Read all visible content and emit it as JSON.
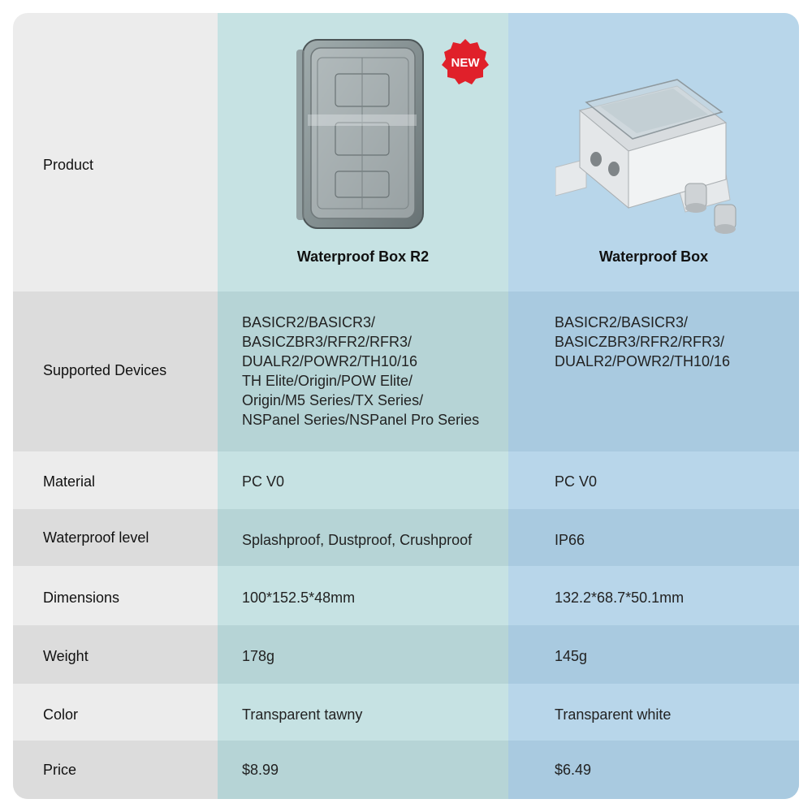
{
  "colors": {
    "label_bg": "#ececec",
    "r2_bg": "#c6e2e3",
    "box_bg": "#b8d6ea",
    "badge": "#e0202a"
  },
  "products": {
    "label": "Product",
    "r2": {
      "name": "Waterproof Box R2",
      "badge": "NEW"
    },
    "box": {
      "name": "Waterproof Box"
    }
  },
  "rows": {
    "supported": {
      "label": "Supported Devices",
      "r2": "BASICR2/BASICR3/\nBASICZBR3/RFR2/RFR3/\nDUALR2/POWR2/TH10/16\nTH Elite/Origin/POW Elite/\nOrigin/M5 Series/TX Series/\nNSPanel Series/NSPanel Pro Series",
      "box": "BASICR2/BASICR3/\nBASICZBR3/RFR2/RFR3/\nDUALR2/POWR2/TH10/16"
    },
    "material": {
      "label": "Material",
      "r2": "PC V0",
      "box": "PC V0"
    },
    "waterproof": {
      "label": "Waterproof level",
      "r2": "Splashproof, Dustproof, Crushproof",
      "box": "IP66"
    },
    "dimensions": {
      "label": "Dimensions",
      "r2": "100*152.5*48mm",
      "box": "132.2*68.7*50.1mm"
    },
    "weight": {
      "label": "Weight",
      "r2": "178g",
      "box": "145g"
    },
    "color": {
      "label": "Color",
      "r2": "Transparent tawny",
      "box": "Transparent white"
    },
    "price": {
      "label": "Price",
      "r2": "$8.99",
      "box": "$6.49"
    }
  }
}
